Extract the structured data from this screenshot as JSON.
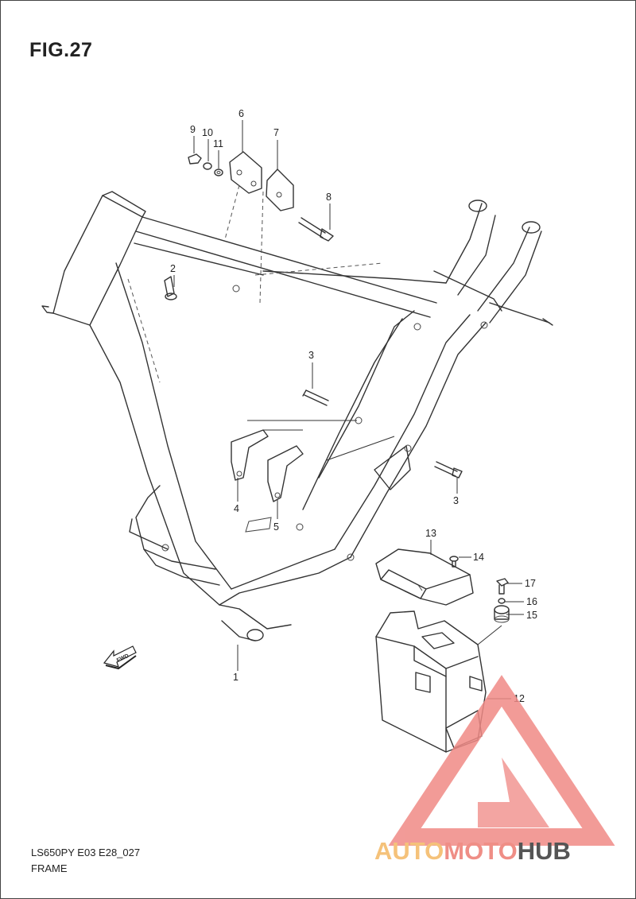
{
  "figure": {
    "title": "FIG.27",
    "model_code": "LS650PY E03 E28_027",
    "section_name": "FRAME"
  },
  "direction_marker": {
    "text": "FWD",
    "icon": "fwd-arrow-icon"
  },
  "callouts": [
    {
      "id": "1",
      "label": "1"
    },
    {
      "id": "2",
      "label": "2"
    },
    {
      "id": "3a",
      "label": "3"
    },
    {
      "id": "3b",
      "label": "3"
    },
    {
      "id": "4",
      "label": "4"
    },
    {
      "id": "5",
      "label": "5"
    },
    {
      "id": "6",
      "label": "6"
    },
    {
      "id": "7",
      "label": "7"
    },
    {
      "id": "8",
      "label": "8"
    },
    {
      "id": "9",
      "label": "9"
    },
    {
      "id": "10",
      "label": "10"
    },
    {
      "id": "11",
      "label": "11"
    },
    {
      "id": "12",
      "label": "12"
    },
    {
      "id": "13",
      "label": "13"
    },
    {
      "id": "14",
      "label": "14"
    },
    {
      "id": "15",
      "label": "15"
    },
    {
      "id": "16",
      "label": "16"
    },
    {
      "id": "17",
      "label": "17"
    }
  ],
  "watermark": {
    "logo_icon": "triangle-logo-icon",
    "part1": "AUTO",
    "part2": "MOTO",
    "part3": "HUB",
    "colors": {
      "auto": "#f5c27a",
      "moto": "#ef8e86",
      "hub": "#555555",
      "triangle": "#f08a86"
    }
  }
}
